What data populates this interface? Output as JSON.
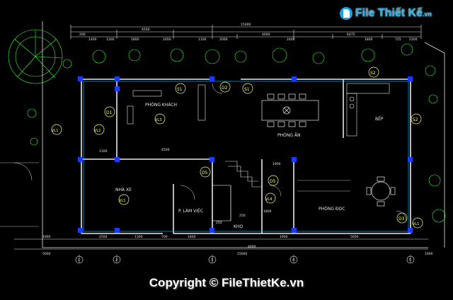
{
  "watermark": {
    "logo_text": "File Thiết Kế",
    "logo_suffix": ".vn"
  },
  "copyright": "Copyright © FileThietKe.vn",
  "rooms": {
    "phong_khach": "PHÒNG KHÁCH",
    "phong_an": "PHÒNG ĂN",
    "bep": "BẾP",
    "nha_xe": "NHÀ XE",
    "phong_lam_viec": "P. LÀM VIỆC",
    "kho": "KHO",
    "phong_doc": "PHÒNG ĐỌC"
  },
  "tags": {
    "s1a": "S1",
    "s1b": "S1",
    "s2a": "S2",
    "s2b": "S2",
    "d1": "D1",
    "d2": "D2",
    "d3": "D3",
    "d5a": "D5",
    "d5b": "D5",
    "vl1a": "VL1",
    "vl1b": "VL1",
    "vl1c": "VL1",
    "vl2": "VL2",
    "vl3": "VL3",
    "vl4": "VL4"
  },
  "dims_top": {
    "total": "15000",
    "t1": "4500",
    "t2": "4000",
    "t3": "6475",
    "s1": "200",
    "s2": "1400",
    "s3": "1200",
    "s4": "1800",
    "s5": "2400",
    "s6": "1100",
    "s7": "2000",
    "s8": "2400",
    "s9": "1800",
    "s10": "725",
    "s11": "2200"
  },
  "dims_mid": {
    "m1": "1100",
    "m2": "4500",
    "m3": "1900",
    "m4": "250",
    "m5": "250",
    "m6": "1800"
  },
  "dims_bottom": {
    "b1": "1900",
    "b2": "2500",
    "b3": "1300",
    "b4": "1800",
    "b5": "1900",
    "b6": "4000",
    "b7": "5600",
    "b8": "700",
    "b9": "15000",
    "b10": "5000",
    "b11": "1900"
  },
  "axes": [
    "1",
    "2",
    "3",
    "4",
    "5"
  ]
}
